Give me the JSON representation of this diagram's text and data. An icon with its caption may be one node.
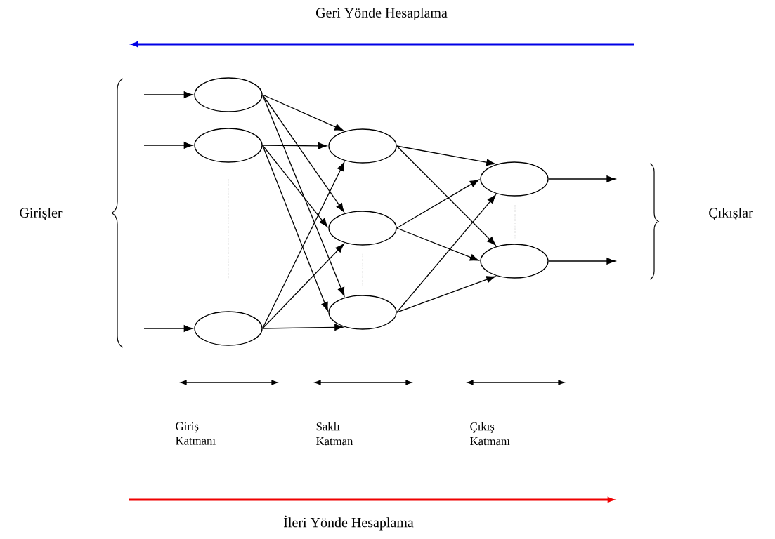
{
  "diagram": {
    "nodes": [
      {
        "text": [],
        "shape": "ellipse"
      },
      {
        "text": [],
        "shape": "ellipse"
      },
      {
        "text": [],
        "shape": "ellipse"
      },
      {
        "text": [],
        "shape": "ellipse"
      },
      {
        "text": [],
        "shape": "ellipse"
      },
      {
        "text": [],
        "shape": "ellipse"
      },
      {
        "text": [],
        "shape": "ellipse"
      },
      {
        "text": [],
        "shape": "ellipse"
      }
    ],
    "edges": [
      {
        "from": null,
        "to": 0,
        "arrow": "to"
      },
      {
        "from": null,
        "to": 1,
        "arrow": "to"
      },
      {
        "from": null,
        "to": 2,
        "arrow": "to"
      },
      {
        "from": 0,
        "to": 3,
        "arrow": "to"
      },
      {
        "from": 0,
        "to": 4,
        "arrow": "to"
      },
      {
        "from": 0,
        "to": 5,
        "arrow": "to"
      },
      {
        "from": 1,
        "to": 3,
        "arrow": "to"
      },
      {
        "from": 1,
        "to": 4,
        "arrow": "to"
      },
      {
        "from": 1,
        "to": 5,
        "arrow": "to"
      },
      {
        "from": 2,
        "to": 3,
        "arrow": "to"
      },
      {
        "from": 2,
        "to": 4,
        "arrow": "to"
      },
      {
        "from": 2,
        "to": 5,
        "arrow": "to"
      },
      {
        "from": 3,
        "to": 6,
        "arrow": "to"
      },
      {
        "from": 3,
        "to": 7,
        "arrow": "to"
      },
      {
        "from": 4,
        "to": 6,
        "arrow": "to"
      },
      {
        "from": 4,
        "to": 7,
        "arrow": "to"
      },
      {
        "from": 5,
        "to": 6,
        "arrow": "to"
      },
      {
        "from": 5,
        "to": 7,
        "arrow": "to"
      },
      {
        "from": 6,
        "to": null,
        "arrow": "to"
      },
      {
        "from": 7,
        "to": null,
        "arrow": "to"
      }
    ],
    "labels": [
      "Geri Yönde Hesaplama",
      "Girişler",
      "Çıkışlar",
      "Giriş Katmanı",
      "Saklı Katman",
      "Çıkış Katmanı",
      "İleri Yönde Hesaplama"
    ]
  }
}
